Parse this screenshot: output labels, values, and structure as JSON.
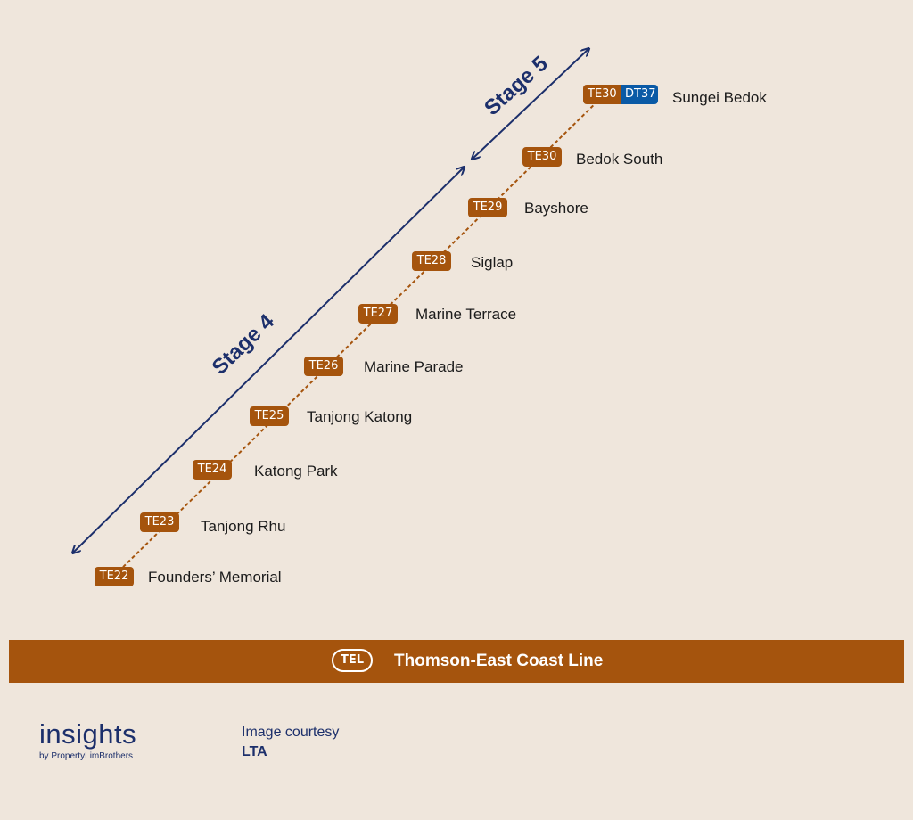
{
  "stages": [
    {
      "label": "Stage 5"
    },
    {
      "label": "Stage 4"
    }
  ],
  "stations": [
    {
      "codes": [
        "TE30",
        "DT37"
      ],
      "name": "Sungei Bedok"
    },
    {
      "codes": [
        "TE30"
      ],
      "name": "Bedok South"
    },
    {
      "codes": [
        "TE29"
      ],
      "name": "Bayshore"
    },
    {
      "codes": [
        "TE28"
      ],
      "name": "Siglap"
    },
    {
      "codes": [
        "TE27"
      ],
      "name": "Marine Terrace"
    },
    {
      "codes": [
        "TE26"
      ],
      "name": "Marine Parade"
    },
    {
      "codes": [
        "TE25"
      ],
      "name": "Tanjong Katong"
    },
    {
      "codes": [
        "TE24"
      ],
      "name": "Katong Park"
    },
    {
      "codes": [
        "TE23"
      ],
      "name": "Tanjong Rhu"
    },
    {
      "codes": [
        "TE22"
      ],
      "name": "Founders’ Memorial"
    }
  ],
  "line": {
    "code": "TEL",
    "name": "Thomson-East Coast Line"
  },
  "colors": {
    "line": "#a5540d",
    "interchange": "#0a5aa6",
    "arrow": "#1c2f6b",
    "background": "#efe6dc"
  },
  "brand": {
    "main": "insights",
    "sub": "by PropertyLimBrothers"
  },
  "credit": {
    "line1": "Image courtesy",
    "line2": "LTA"
  }
}
